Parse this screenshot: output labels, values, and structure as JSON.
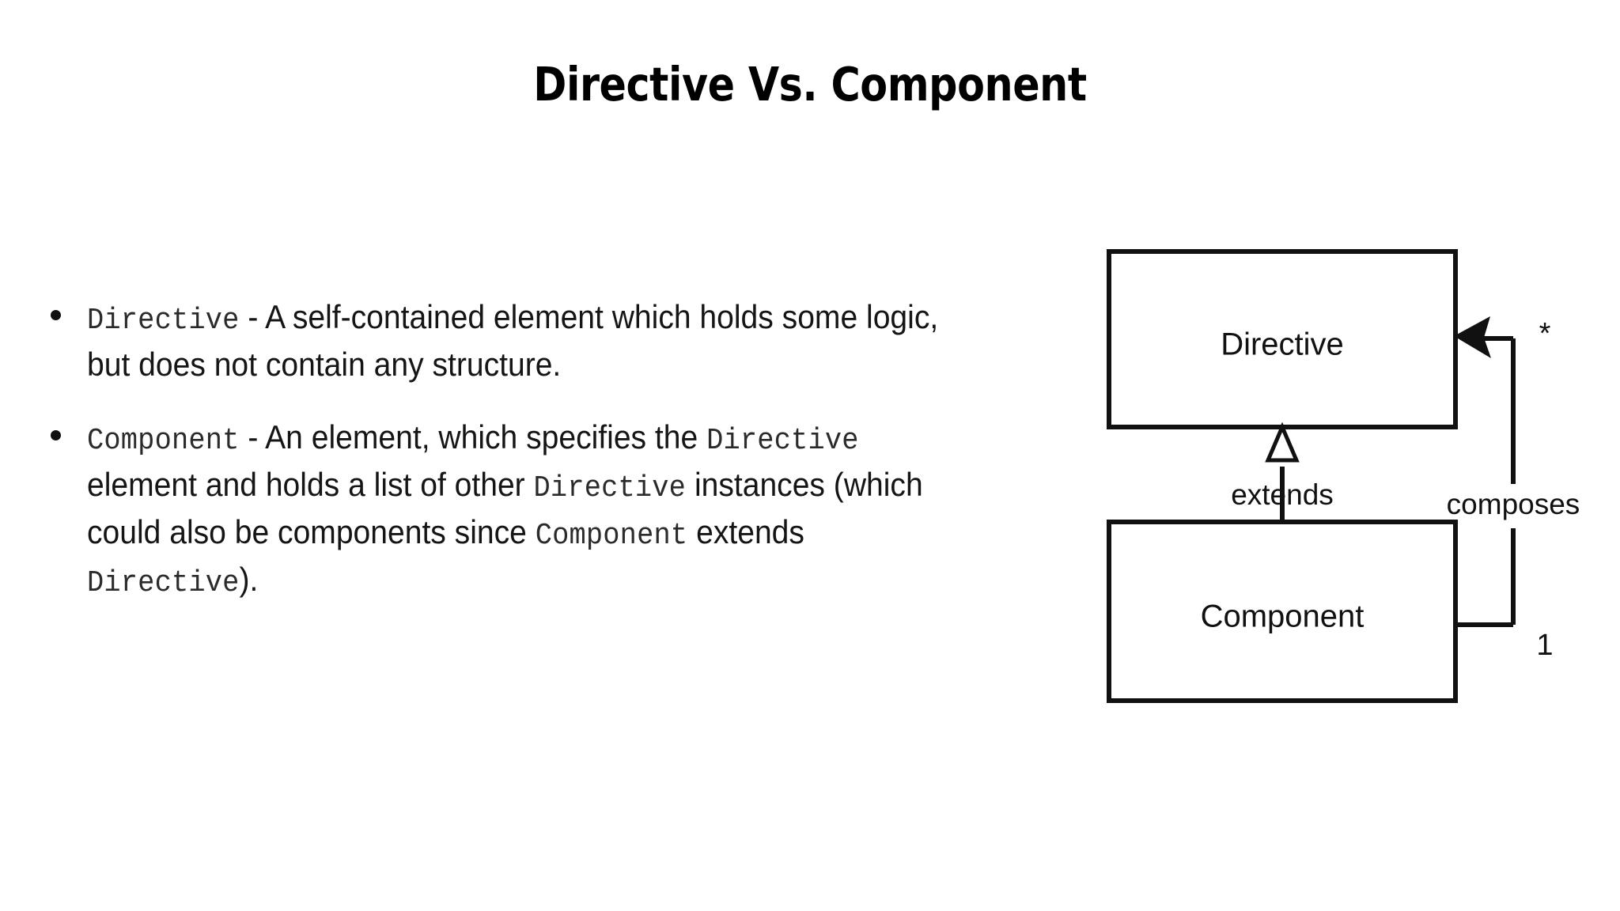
{
  "slide": {
    "title": "Directive Vs. Component",
    "background_color": "#ffffff",
    "text_color": "#151515"
  },
  "bullets": [
    {
      "marker": "•",
      "segments": [
        {
          "text": "Directive",
          "style": "code"
        },
        {
          "text": " - A self-contained element which holds some logic, but does not contain any structure.",
          "style": "body"
        }
      ],
      "plain_text": "Directive - A self-contained element which holds some logic, but does not contain any structure."
    },
    {
      "marker": "•",
      "segments": [
        {
          "text": "Component",
          "style": "code"
        },
        {
          "text": " - An element, which specifies the ",
          "style": "body"
        },
        {
          "text": "Directive",
          "style": "code"
        },
        {
          "text": " element and holds a list of other ",
          "style": "body"
        },
        {
          "text": "Directive",
          "style": "code"
        },
        {
          "text": " instances (which could also be components since ",
          "style": "body"
        },
        {
          "text": "Component",
          "style": "code"
        },
        {
          "text": " extends ",
          "style": "body"
        },
        {
          "text": "Directive",
          "style": "code"
        },
        {
          "text": ").",
          "style": "body"
        }
      ],
      "plain_text": "Component - An element, which specifies the Directive element and holds a list of other Directive instances (which could also be components since Component extends Directive)."
    }
  ],
  "diagram": {
    "type": "uml-class-diagram",
    "stroke_color": "#111111",
    "fill_color": "#ffffff",
    "classes": [
      {
        "id": "directive",
        "name": "Directive"
      },
      {
        "id": "component",
        "name": "Component"
      }
    ],
    "relations": [
      {
        "id": "extends",
        "label": "extends",
        "from": "component",
        "to": "directive",
        "kind": "generalization",
        "arrowhead": "hollow-triangle"
      },
      {
        "id": "composes",
        "label": "composes",
        "from": "component",
        "to": "directive",
        "kind": "composition",
        "arrowhead": "solid-arrow",
        "source_multiplicity": "1",
        "target_multiplicity": "*"
      }
    ],
    "multiplicity_target": "*",
    "multiplicity_source": "1"
  }
}
